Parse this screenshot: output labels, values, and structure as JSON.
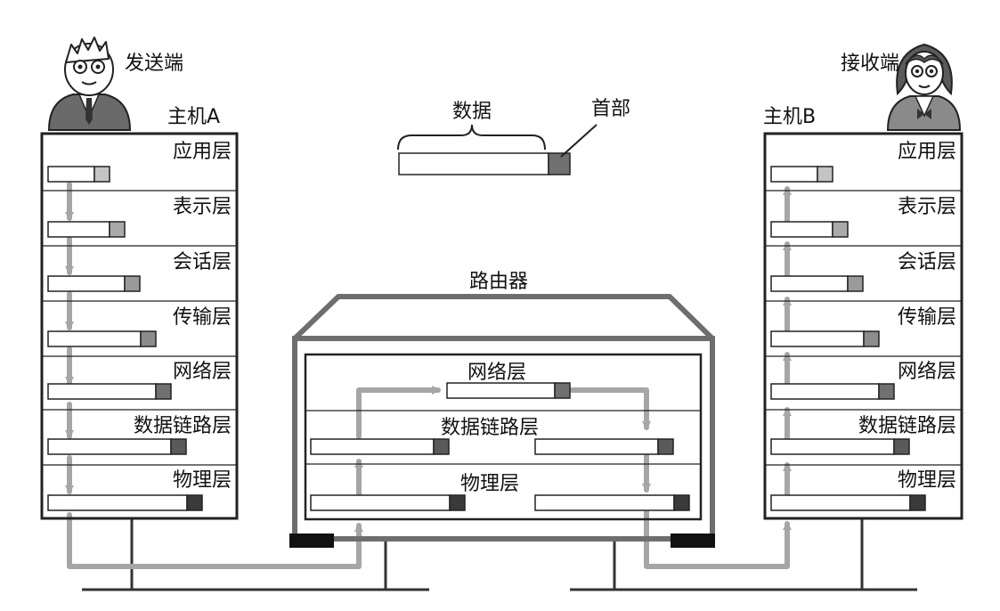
{
  "sender": {
    "role": "发送端",
    "host": "主机A"
  },
  "receiver": {
    "role": "接收端",
    "host": "主机B"
  },
  "router": {
    "title": "路由器"
  },
  "packet_legend": {
    "data": "数据",
    "header": "首部"
  },
  "layers": [
    "应用层",
    "表示层",
    "会话层",
    "传输层",
    "网络层",
    "数据链路层",
    "物理层"
  ],
  "router_layers": [
    "网络层",
    "数据链路层",
    "物理层"
  ],
  "colors": {
    "arrow": "#a6a6a6",
    "header_light": "#c4c4c4",
    "header_mid": "#8c8c8c",
    "header_dark": "#5a5a5a",
    "header_darkest": "#3a3a3a",
    "router_frame": "#6e6e6e",
    "port": "#111111"
  }
}
